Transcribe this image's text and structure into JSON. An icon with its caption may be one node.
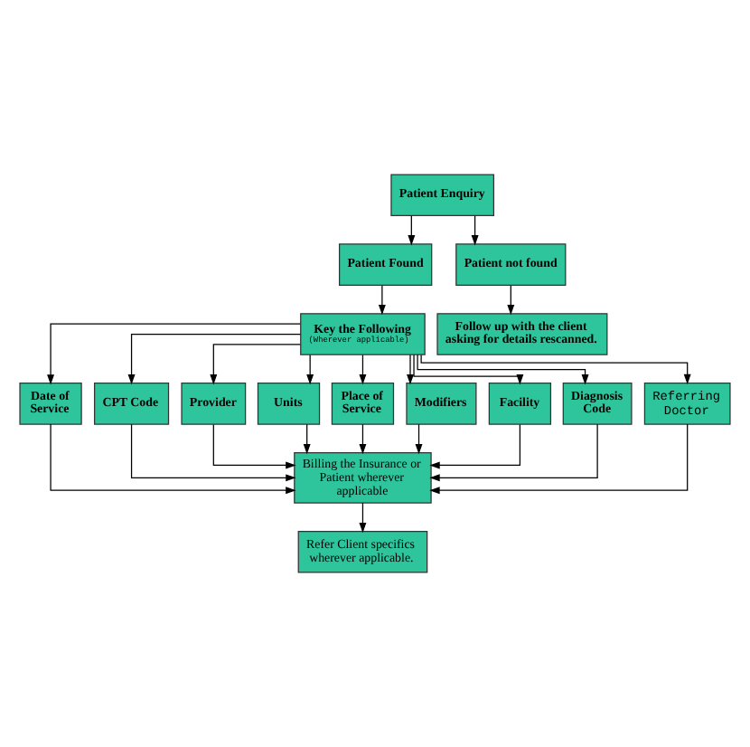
{
  "diagram": {
    "nodes": [
      {
        "text": [
          "Patient Enquiry"
        ]
      },
      {
        "text": [
          "Patient Found"
        ]
      },
      {
        "text": [
          "Patient not found"
        ]
      },
      {
        "text": [
          "Key the Following",
          "(Wherever applicable)"
        ]
      },
      {
        "text": [
          "Follow up with the client asking for details rescanned."
        ]
      },
      {
        "text": [
          "Date of Service"
        ]
      },
      {
        "text": [
          "CPT Code"
        ]
      },
      {
        "text": [
          "Provider"
        ]
      },
      {
        "text": [
          "Units"
        ]
      },
      {
        "text": [
          "Place of Service"
        ]
      },
      {
        "text": [
          "Modifiers"
        ]
      },
      {
        "text": [
          "Facility"
        ]
      },
      {
        "text": [
          "Diagnosis Code"
        ]
      },
      {
        "text": [
          "Referring Doctor"
        ]
      },
      {
        "text": [
          "Billing the Insurance or Patient wherever applicable"
        ]
      },
      {
        "text": [
          "Refer Client specifics wherever applicable."
        ]
      }
    ],
    "edges": [
      {
        "from": 0,
        "to": 1,
        "arrow": "to"
      },
      {
        "from": 0,
        "to": 2,
        "arrow": "to"
      },
      {
        "from": 1,
        "to": 3,
        "arrow": "to"
      },
      {
        "from": 2,
        "to": 4,
        "arrow": "to"
      },
      {
        "from": 3,
        "to": 5,
        "arrow": "to"
      },
      {
        "from": 3,
        "to": 6,
        "arrow": "to"
      },
      {
        "from": 3,
        "to": 7,
        "arrow": "to"
      },
      {
        "from": 3,
        "to": 8,
        "arrow": "to"
      },
      {
        "from": 3,
        "to": 9,
        "arrow": "to"
      },
      {
        "from": 3,
        "to": 10,
        "arrow": "to"
      },
      {
        "from": 3,
        "to": 11,
        "arrow": "to"
      },
      {
        "from": 3,
        "to": 12,
        "arrow": "to"
      },
      {
        "from": 3,
        "to": 13,
        "arrow": "to"
      },
      {
        "from": 5,
        "to": 14,
        "arrow": "to"
      },
      {
        "from": 6,
        "to": 14,
        "arrow": "to"
      },
      {
        "from": 7,
        "to": 14,
        "arrow": "to"
      },
      {
        "from": 8,
        "to": 14,
        "arrow": "to"
      },
      {
        "from": 9,
        "to": 14,
        "arrow": "to"
      },
      {
        "from": 10,
        "to": 14,
        "arrow": "to"
      },
      {
        "from": 11,
        "to": 14,
        "arrow": "to"
      },
      {
        "from": 12,
        "to": 14,
        "arrow": "to"
      },
      {
        "from": 13,
        "to": 14,
        "arrow": "to"
      },
      {
        "from": 14,
        "to": 15,
        "arrow": "to"
      }
    ]
  }
}
